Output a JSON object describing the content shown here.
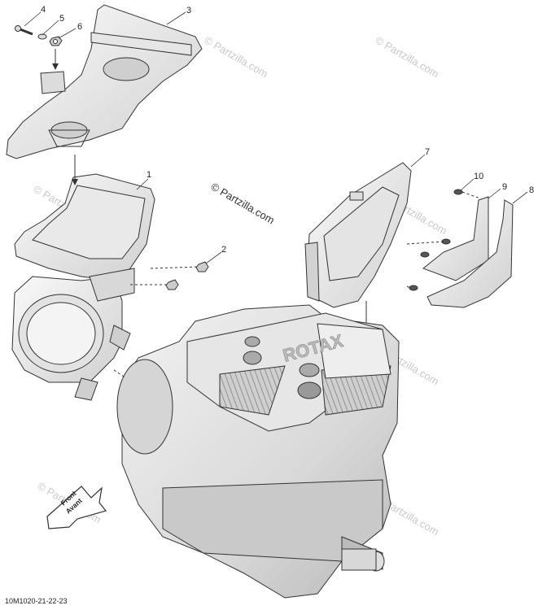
{
  "diagram_id": "10M1020-21-22-23",
  "watermark_main": "© Partzilla.com",
  "watermark_repeat": "© Partzilla.com",
  "front_label_1": "Front",
  "front_label_2": "Avant",
  "engine_text": "ROTAX",
  "callouts": [
    "1",
    "2",
    "3",
    "4",
    "5",
    "6",
    "7",
    "8",
    "9",
    "10"
  ]
}
